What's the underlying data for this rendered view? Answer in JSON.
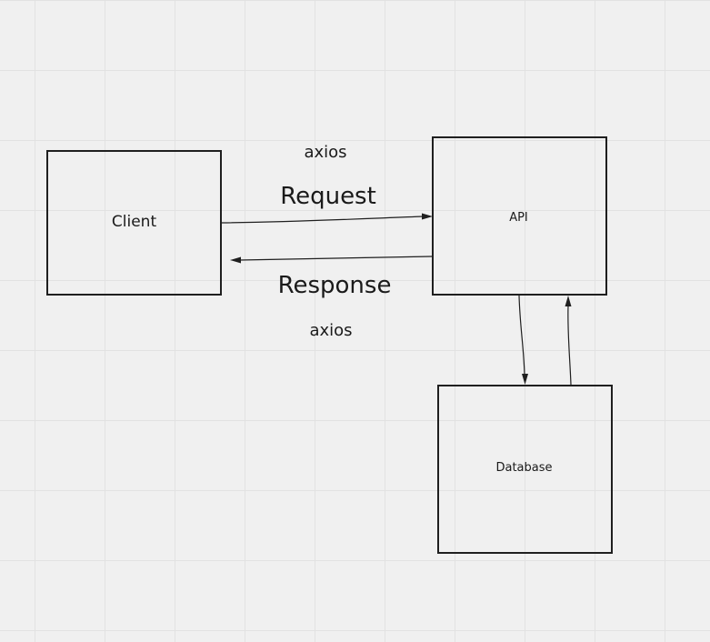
{
  "diagram": {
    "nodes": {
      "client": {
        "label": "Client"
      },
      "api": {
        "label": "API"
      },
      "database": {
        "label": "Database"
      }
    },
    "edge_labels": {
      "request_top": "axios",
      "request": "Request",
      "response": "Response",
      "response_bottom": "axios"
    },
    "edges": [
      {
        "from": "Client",
        "to": "API"
      },
      {
        "from": "API",
        "to": "Client"
      },
      {
        "from": "API",
        "to": "Database"
      },
      {
        "from": "Database",
        "to": "API"
      }
    ],
    "colors": {
      "background": "#f0f0f0",
      "grid": "#e2e2e2",
      "stroke": "#1f1f1f"
    }
  }
}
